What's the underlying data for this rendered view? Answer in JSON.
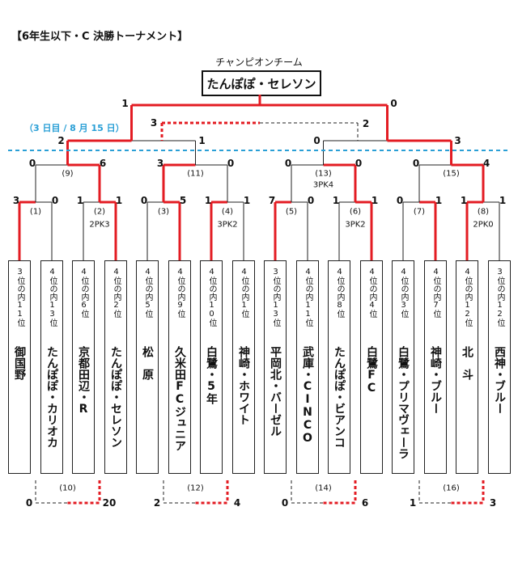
{
  "title": "【6年生以下・C 決勝トーナメント】",
  "champion_label": "チャンピオンチーム",
  "champion": "たんぽぽ・セレソン",
  "date_note": "（3 日目 / 8 月 15 日）",
  "colors": {
    "winner_line": "#e31c23",
    "line": "#222222",
    "divider": "#2a9fd6"
  },
  "teams": [
    {
      "rank": "3位の内11位",
      "name": "御国野"
    },
    {
      "rank": "4位の内13位",
      "name": "たんぽぽ・カリオカ"
    },
    {
      "rank": "4位の内6位",
      "name": "京都田辺・R"
    },
    {
      "rank": "4位の内2位",
      "name": "たんぽぽ・セレソン"
    },
    {
      "rank": "4位の内5位",
      "name": "松　原"
    },
    {
      "rank": "4位の内9位",
      "name": "久米田FCジュニア"
    },
    {
      "rank": "4位の内10位",
      "name": "白鷺・5年"
    },
    {
      "rank": "4位の内1位",
      "name": "神崎・ホワイト"
    },
    {
      "rank": "3位の内13位",
      "name": "平岡北・バーゼル"
    },
    {
      "rank": "4位の内11位",
      "name": "武庫・CINCO"
    },
    {
      "rank": "4位の内8位",
      "name": "たんぽぽ・ビアンコ"
    },
    {
      "rank": "4位の内4位",
      "name": "白鷺FC"
    },
    {
      "rank": "4位の内3位",
      "name": "白鷺・プリマヴェーラ"
    },
    {
      "rank": "4位の内7位",
      "name": "神崎・ブルー"
    },
    {
      "rank": "4位の内12位",
      "name": "北　斗"
    },
    {
      "rank": "3位の内12位",
      "name": "西神・ブルー"
    }
  ],
  "round1": [
    {
      "match": "(1)",
      "scores": [
        "3",
        "0"
      ]
    },
    {
      "match": "(2)",
      "scores": [
        "1",
        "1"
      ],
      "pk": "2PK3"
    },
    {
      "match": "(3)",
      "scores": [
        "0",
        "5"
      ]
    },
    {
      "match": "(4)",
      "scores": [
        "1",
        "1"
      ],
      "pk": "3PK2"
    },
    {
      "match": "(5)",
      "scores": [
        "7",
        "0"
      ]
    },
    {
      "match": "(6)",
      "scores": [
        "1",
        "1"
      ],
      "pk": "3PK2"
    },
    {
      "match": "(7)",
      "scores": [
        "0",
        "1"
      ]
    },
    {
      "match": "(8)",
      "scores": [
        "1",
        "1"
      ],
      "pk": "2PK0"
    }
  ],
  "round2": [
    {
      "match": "(9)",
      "scores": [
        "0",
        "6"
      ]
    },
    {
      "match": "(11)",
      "scores": [
        "3",
        "0"
      ]
    },
    {
      "match": "(13)",
      "scores": [
        "0",
        "0"
      ],
      "pk": "3PK4"
    },
    {
      "match": "(15)",
      "scores": [
        "0",
        "4"
      ]
    }
  ],
  "semis": [
    {
      "scores": [
        "2",
        "1"
      ]
    },
    {
      "scores": [
        "0",
        "3"
      ]
    }
  ],
  "final": {
    "scores": [
      "1",
      "0"
    ]
  },
  "third_place": {
    "scores": [
      "3",
      "2"
    ]
  },
  "consolation": [
    {
      "match": "(10)",
      "scores": [
        "0",
        "20"
      ]
    },
    {
      "match": "(12)",
      "scores": [
        "2",
        "4"
      ]
    },
    {
      "match": "(14)",
      "scores": [
        "0",
        "6"
      ]
    },
    {
      "match": "(16)",
      "scores": [
        "1",
        "3"
      ]
    }
  ]
}
